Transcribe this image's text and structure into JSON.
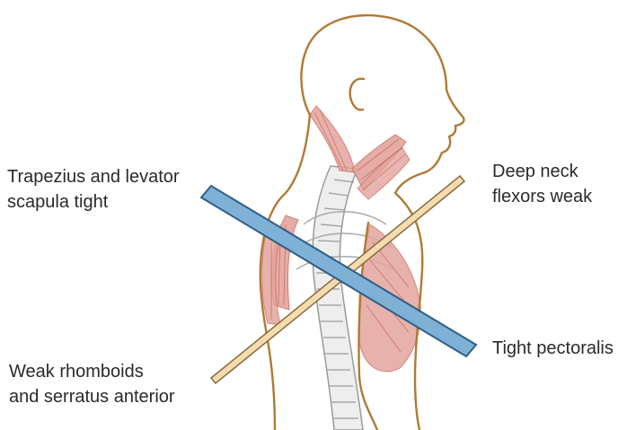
{
  "colors": {
    "outline": "#b07a35",
    "muscle": "#e0a29a",
    "muscle_stroke": "#c9645b",
    "blue_bar": "#7fb0d6",
    "blue_bar_stroke": "#2e5f86",
    "tan_bar": "#f2dcb0",
    "tan_bar_stroke": "#8a6a3a",
    "spine": "#b8b8b8"
  },
  "labels": {
    "trapezius": [
      "Trapezius and levator",
      "scapula tight"
    ],
    "deep_neck": [
      "Deep neck",
      "flexors weak"
    ],
    "pectoralis": [
      "Tight pectoralis"
    ],
    "rhomboids": [
      "Weak rhomboids",
      "and serratus anterior"
    ]
  }
}
